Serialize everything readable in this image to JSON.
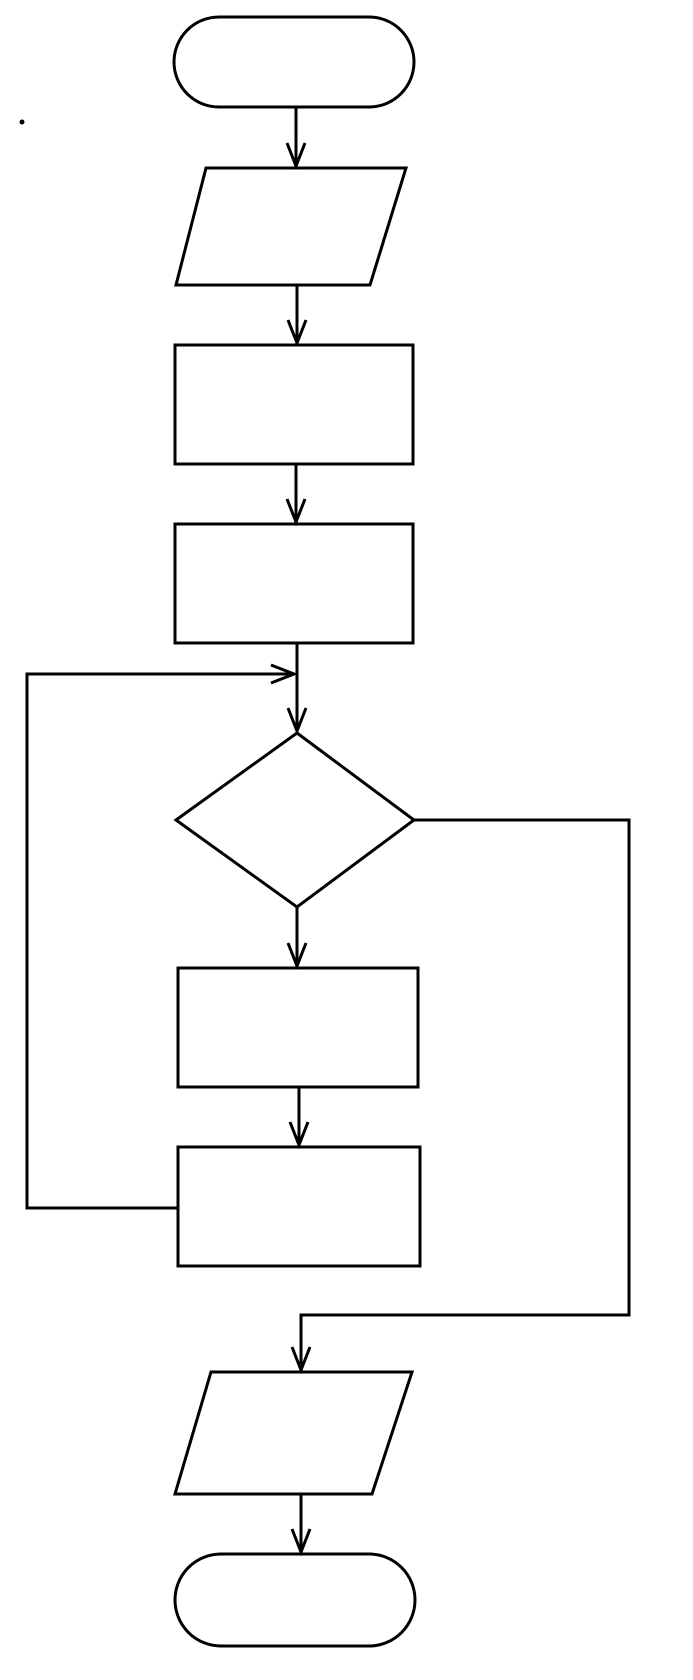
{
  "diagram": {
    "type": "flowchart",
    "colors": {
      "line": "#000000",
      "fill": "#ffffff",
      "background": "#ffffff"
    },
    "nodes": [
      {
        "id": "start",
        "shape": "terminator",
        "text": ""
      },
      {
        "id": "input",
        "shape": "parallelogram",
        "text": ""
      },
      {
        "id": "process-1",
        "shape": "rectangle",
        "text": ""
      },
      {
        "id": "process-2",
        "shape": "rectangle",
        "text": ""
      },
      {
        "id": "decision",
        "shape": "diamond",
        "text": ""
      },
      {
        "id": "loop-body-1",
        "shape": "rectangle",
        "text": ""
      },
      {
        "id": "loop-body-2",
        "shape": "rectangle",
        "text": ""
      },
      {
        "id": "output",
        "shape": "parallelogram",
        "text": ""
      },
      {
        "id": "end",
        "shape": "terminator",
        "text": ""
      }
    ],
    "edges": [
      {
        "from": "start",
        "to": "input",
        "label": ""
      },
      {
        "from": "input",
        "to": "process-1",
        "label": ""
      },
      {
        "from": "process-1",
        "to": "process-2",
        "label": ""
      },
      {
        "from": "process-2",
        "to": "decision",
        "label": ""
      },
      {
        "from": "decision",
        "to": "loop-body-1",
        "label": ""
      },
      {
        "from": "loop-body-1",
        "to": "loop-body-2",
        "label": ""
      },
      {
        "from": "loop-body-2",
        "to": "decision",
        "label": "",
        "route": "loop-back-left"
      },
      {
        "from": "decision",
        "to": "output",
        "label": "",
        "route": "exit-right"
      },
      {
        "from": "output",
        "to": "end",
        "label": ""
      }
    ]
  }
}
